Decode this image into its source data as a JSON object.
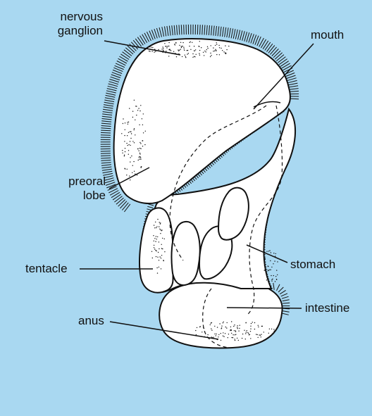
{
  "labels": {
    "nervous_ganglion": [
      "nervous",
      "ganglion"
    ],
    "mouth": "mouth",
    "preoral_lobe": [
      "preoral",
      "lobe"
    ],
    "tentacle": "tentacle",
    "stomach": "stomach",
    "intestine": "intestine",
    "anus": "anus"
  },
  "colors": {
    "background": "#a9d8f1",
    "body_fill": "#ffffff",
    "outline": "#111111"
  }
}
